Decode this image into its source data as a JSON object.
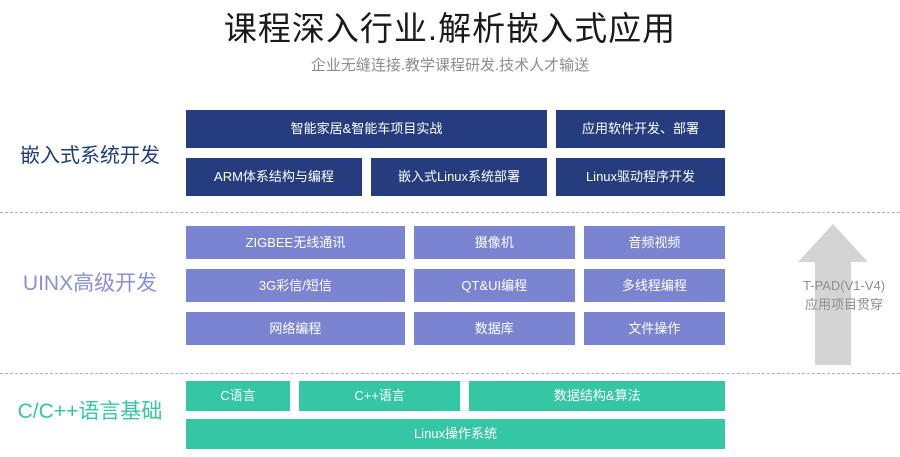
{
  "header": {
    "title": "课程深入行业.解析嵌入式应用",
    "subtitle": "企业无缝连接.教学课程研发.技术人才输送"
  },
  "colors": {
    "embedded": "#253d7e",
    "uinx": "#7b84d1",
    "clang": "#35c6a4",
    "arrow": "#d4d4d4",
    "divider": "#b0b0b0"
  },
  "sections": [
    {
      "id": "embedded",
      "label": "嵌入式系统开发",
      "rows": [
        [
          "智能家居&智能车项目实战",
          "应用软件开发、部署"
        ],
        [
          "ARM体系结构与编程",
          "嵌入式Linux系统部署",
          "Linux驱动程序开发"
        ]
      ]
    },
    {
      "id": "uinx",
      "label": "UINX高级开发",
      "rows": [
        [
          "ZIGBEE无线通讯",
          "摄像机",
          "音频视频"
        ],
        [
          "3G彩信/短信",
          "QT&UI编程",
          "多线程编程"
        ],
        [
          "网络编程",
          "数据库",
          "文件操作"
        ]
      ]
    },
    {
      "id": "clang",
      "label": "C/C++语言基础",
      "rows": [
        [
          "C语言",
          "C++语言",
          "数据结构&算法"
        ],
        [
          "Linux操作系统"
        ]
      ]
    }
  ],
  "arrow": {
    "direction": "up",
    "caption_line1": "T-PAD(V1-V4)",
    "caption_line2": "应用项目贯穿"
  }
}
